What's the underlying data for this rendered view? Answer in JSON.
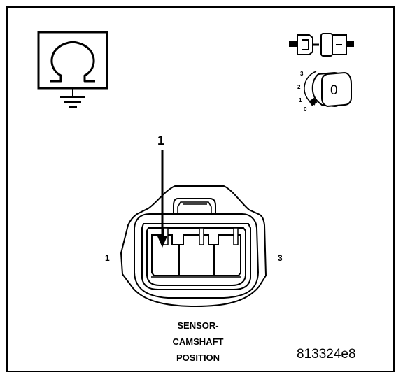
{
  "diagram": {
    "callout": "1",
    "pin_labels": {
      "left": "1",
      "right": "3"
    },
    "key_positions": [
      "3",
      "2",
      "1",
      "0"
    ],
    "key_glyph": "0",
    "title_lines": [
      "SENSOR-",
      "CAMSHAFT",
      "POSITION"
    ],
    "figure_id": "813324e8",
    "icons": {
      "ohmmeter": "ohm-symbol-with-ground-icon",
      "connector": "disconnected-connector-icon",
      "ignition": "ignition-key-off-icon"
    }
  }
}
